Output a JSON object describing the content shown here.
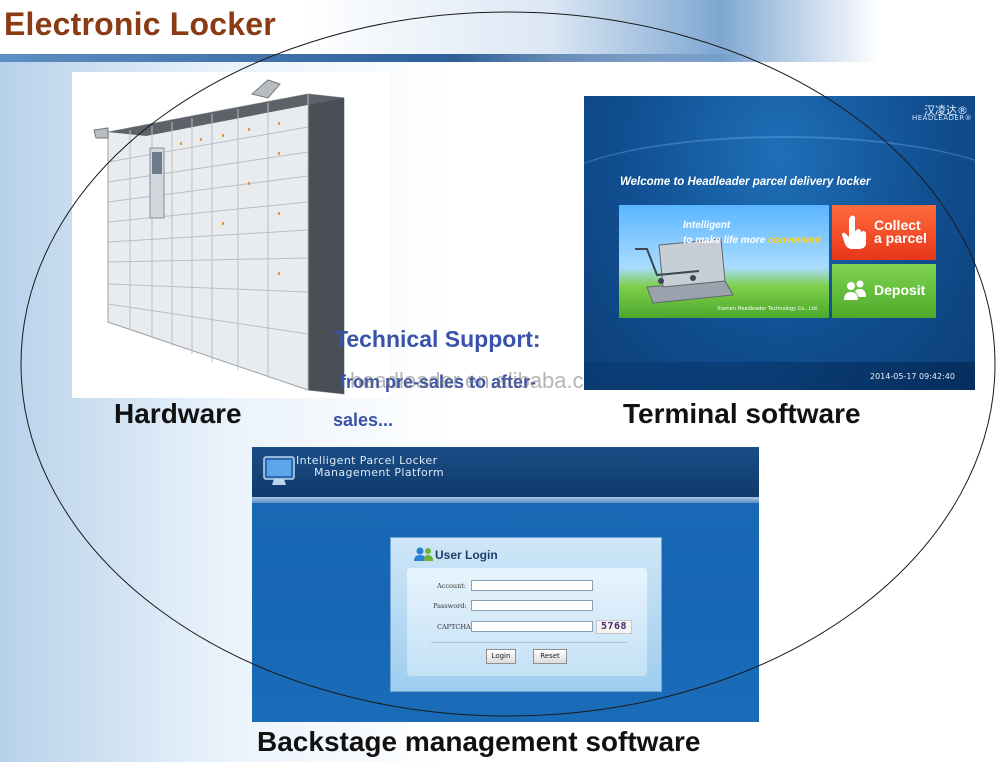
{
  "title": "Electronic Locker",
  "labels": {
    "hardware": "Hardware",
    "terminal": "Terminal software",
    "backstage": "Backstage management software"
  },
  "tech_support": {
    "title": "Technical Support:",
    "line2": "from pre-sales to after-",
    "line3": "sales...",
    "watermark": "headleader.en.alibaba.com"
  },
  "terminal": {
    "brand_cn": "汉凌达®",
    "brand": "HEADLEADER®",
    "welcome": "Welcome to Headleader parcel delivery locker",
    "banner_line1": "Intelligent",
    "banner_line2_prefix": "to make life more ",
    "banner_line2_highlight": "convenient",
    "banner_credit": "Xiamen Headleader Technology Co., Ltd.",
    "collect_line1": "Collect",
    "collect_line2": "a parcel",
    "deposit": "Deposit",
    "clock": "2014-05-17 09:42:40"
  },
  "backstage": {
    "platform_line1": "Intelligent Parcel Locker",
    "platform_line2": "Management Platform",
    "login_title": "User Login",
    "account_label": "Account:",
    "password_label": "Password:",
    "captcha_label": "CAPTCHA:",
    "captcha_code": "5768",
    "login_button": "Login",
    "reset_button": "Reset"
  },
  "colors": {
    "title": "#8a3b14",
    "tech_support": "#3a52a8",
    "collect": "#e8361a",
    "deposit": "#4faa2a"
  }
}
